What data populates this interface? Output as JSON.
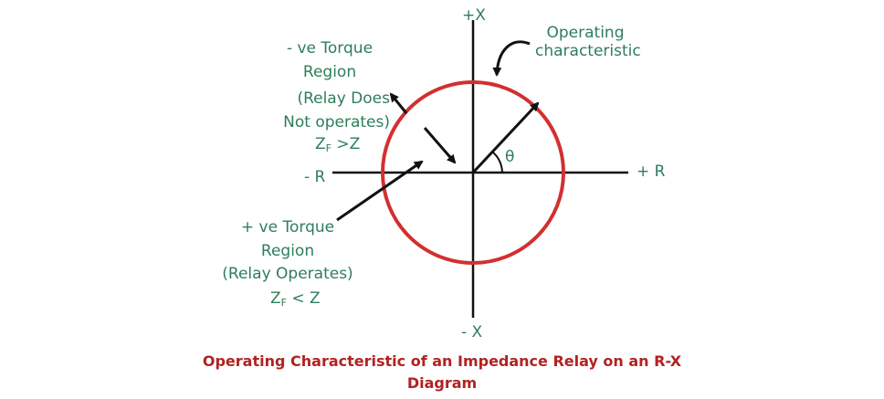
{
  "axes": {
    "plus_x": "+X",
    "minus_x": "- X",
    "plus_r": "+ R",
    "minus_r": "- R",
    "angle": "θ"
  },
  "operating_characteristic": {
    "line1": "Operating",
    "line2": "characteristic"
  },
  "negative_region": {
    "line1": "- ve Torque",
    "line2": "Region",
    "line3": "(Relay Does",
    "line4": "Not operates)",
    "condition_z": "Z",
    "condition_sub": "F",
    "condition_rest": " >Z"
  },
  "positive_region": {
    "line1": "+ ve Torque",
    "line2": "Region",
    "line3": "(Relay Operates)",
    "condition_z": "Z",
    "condition_sub": "F",
    "condition_rest": " < Z"
  },
  "caption": {
    "line1": "Operating Characteristic of an Impedance Relay on an R-X",
    "line2": "Diagram"
  },
  "colors": {
    "circle": "#d32f2f",
    "label_text": "#2e7d5b",
    "caption_text": "#b22222",
    "lines": "#111111"
  }
}
